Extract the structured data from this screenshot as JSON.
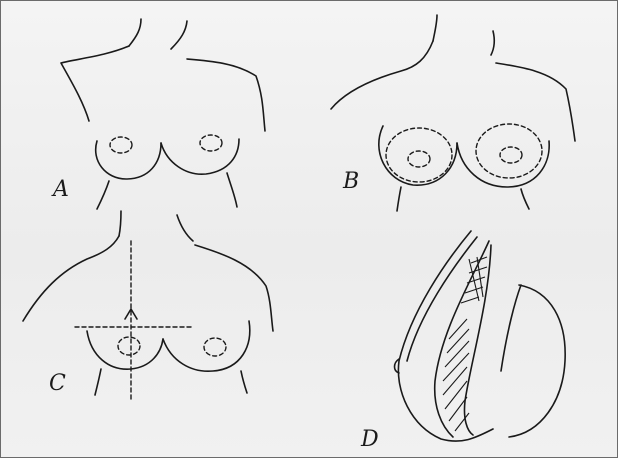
{
  "panels": {
    "a": {
      "letter": "A"
    },
    "b": {
      "letter": "B"
    },
    "c": {
      "letter": "C"
    },
    "d": {
      "letter": "D"
    }
  },
  "colors": {
    "ink": "#1a1a1a",
    "paper": "#efefef",
    "border": "#6b6b6b"
  }
}
